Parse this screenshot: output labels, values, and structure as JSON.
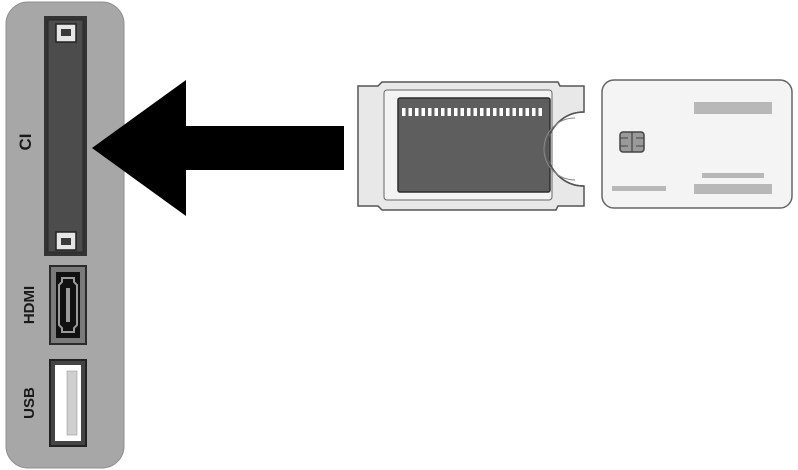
{
  "ports": {
    "ci_label": "CI",
    "hdmi_label": "HDMI",
    "usb_label": "USB"
  },
  "icons": {
    "insert_arrow": "arrow-left-icon",
    "smart_card_chip": "sim-chip-icon"
  },
  "colors": {
    "panel": "#a7a7a7",
    "slot_dark": "#4c4c4c",
    "module_body": "#e8e8e8",
    "module_window": "#5e5e5e",
    "card_body": "#f4f4f4",
    "card_stripes": "#b8b8b8",
    "arrow": "#000000"
  }
}
